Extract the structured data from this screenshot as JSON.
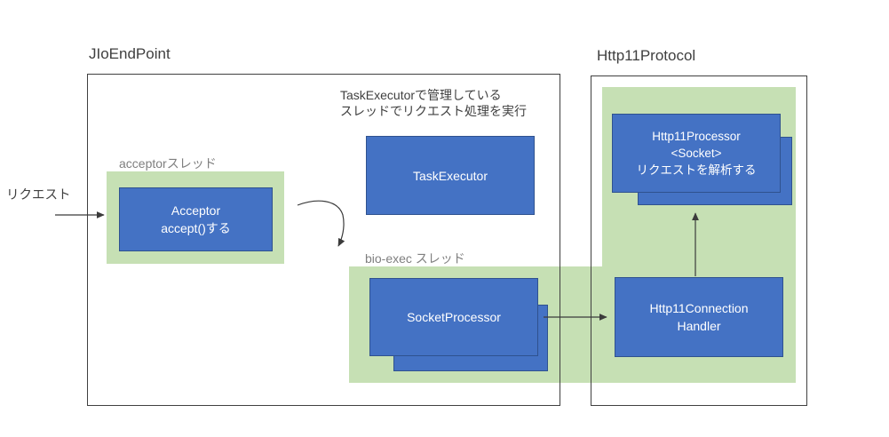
{
  "frames": {
    "jio_endpoint": {
      "title": "JIoEndPoint"
    },
    "http11_protocol": {
      "title": "Http11Protocol"
    }
  },
  "annotations": {
    "request_label": "リクエスト",
    "acceptor_thread_label": "acceptorスレッド",
    "bio_exec_thread_label": "bio-exec スレッド",
    "task_executor_note_line1": "TaskExecutorで管理している",
    "task_executor_note_line2": "スレッドでリクエスト処理を実行"
  },
  "nodes": {
    "acceptor": {
      "title": "Acceptor",
      "subtitle": "accept()する"
    },
    "task_executor": {
      "title": "TaskExecutor"
    },
    "socket_processor": {
      "title": "SocketProcessor"
    },
    "http11_processor": {
      "title": "Http11Processor",
      "type_param": "<Socket>",
      "description": "リクエストを解析する"
    },
    "http11_connection_handler": {
      "title_line1": "Http11Connection",
      "title_line2": "Handler"
    }
  },
  "arrows": [
    {
      "name": "request-arrow",
      "from": "リクエスト",
      "to": "Acceptor"
    },
    {
      "name": "acceptor-to-bioexec-arrow",
      "from": "Acceptor",
      "to": "bio-exec スレッド"
    },
    {
      "name": "socketprocessor-to-handler-arrow",
      "from": "SocketProcessor",
      "to": "Http11ConnectionHandler"
    },
    {
      "name": "handler-to-processor-arrow",
      "from": "Http11ConnectionHandler",
      "to": "Http11Processor"
    }
  ],
  "colors": {
    "box_blue": "#4472C4",
    "box_blue_border": "#2F528F",
    "green": "#C6E0B4",
    "frame_border": "#404040",
    "title_text": "#3F3F3F",
    "gray_label": "#7F7F7F",
    "arrow": "#3B3B3B",
    "node_text": "#FFFFFF",
    "bg": "#FFFFFF"
  }
}
